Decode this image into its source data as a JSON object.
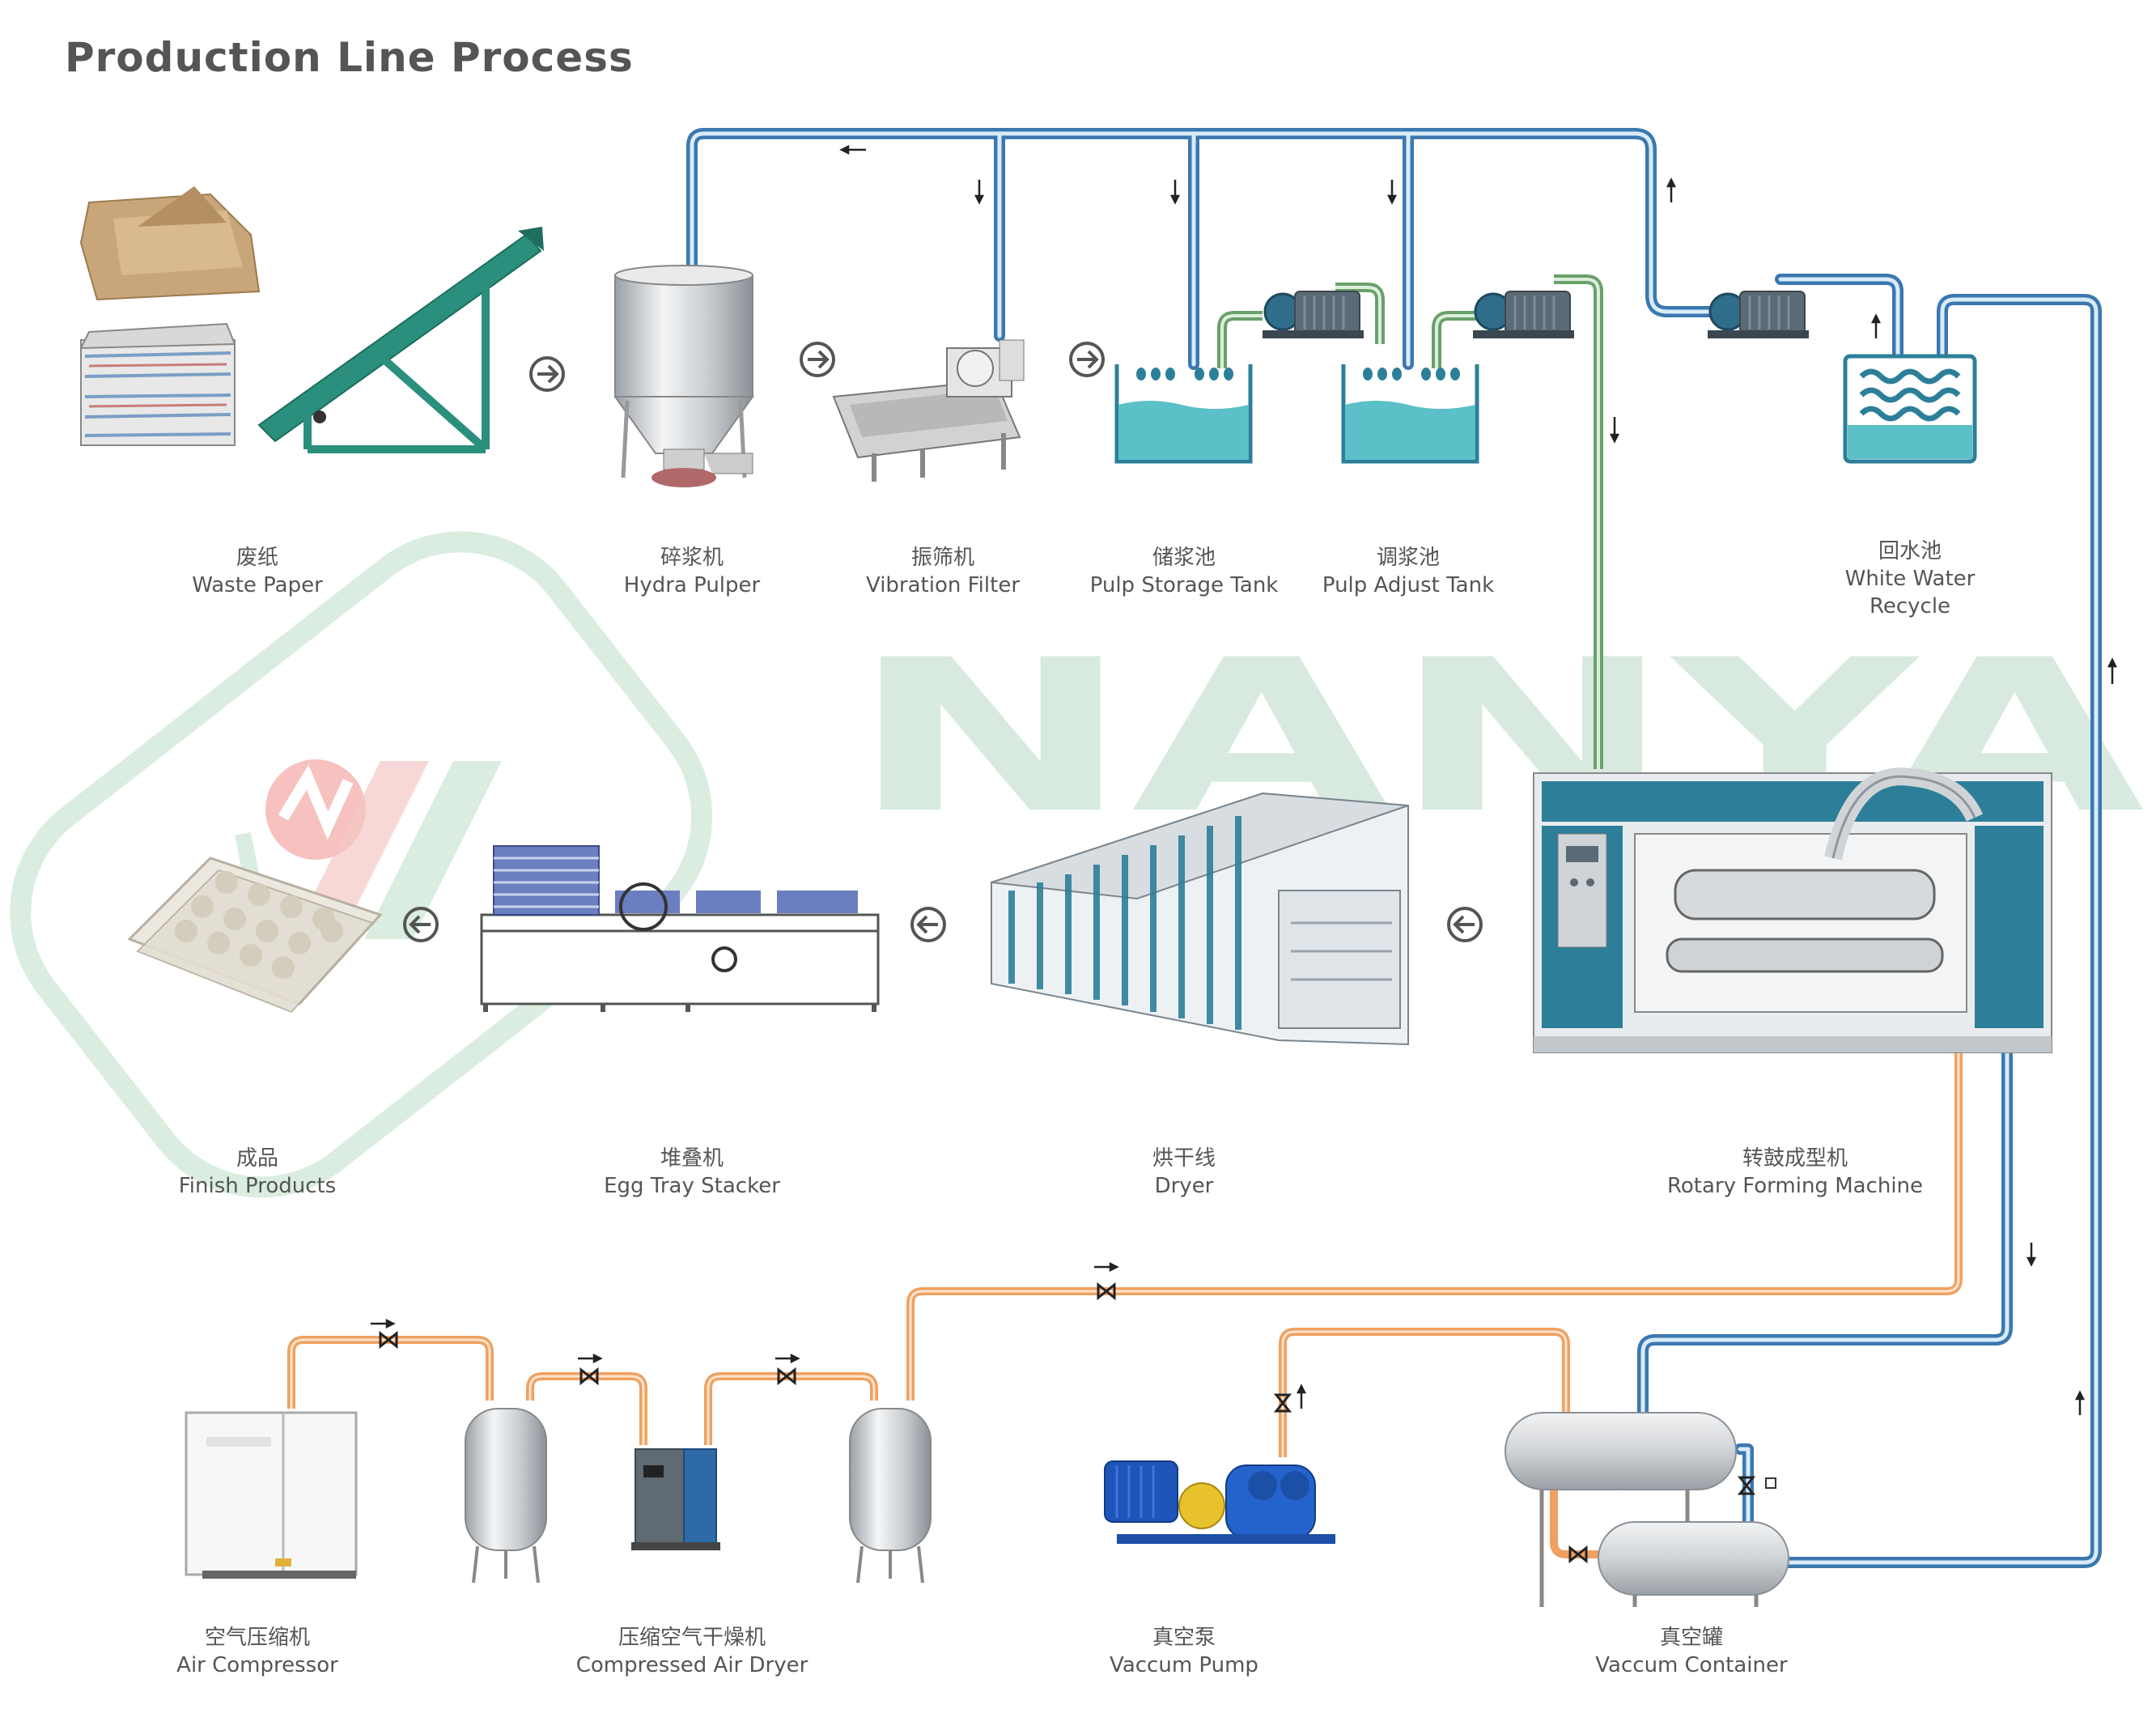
{
  "title": "Production Line Process",
  "watermark": {
    "text": "NANYA",
    "color": "#d4e8dc"
  },
  "colors": {
    "water_pipe": "#3b78b0",
    "pulp_pipe": "#7fb07f",
    "air_pipe": "#f0a060",
    "tank": "#5bc0c8",
    "machine": "#2d7f99"
  },
  "stages": {
    "waste_paper": {
      "cn": "废纸",
      "en": "Waste Paper"
    },
    "hydra_pulper": {
      "cn": "碎浆机",
      "en": "Hydra Pulper"
    },
    "vibration_filter": {
      "cn": "振筛机",
      "en": "Vibration Filter"
    },
    "pulp_storage": {
      "cn": "储浆池",
      "en": "Pulp Storage Tank"
    },
    "pulp_adjust": {
      "cn": "调浆池",
      "en": "Pulp Adjust Tank"
    },
    "white_water": {
      "cn": "回水池",
      "en": "White Water",
      "en2": "Recycle"
    },
    "finish_products": {
      "cn": "成品",
      "en": "Finish Products"
    },
    "stacker": {
      "cn": "堆叠机",
      "en": "Egg Tray Stacker"
    },
    "dryer": {
      "cn": "烘干线",
      "en": "Dryer"
    },
    "forming": {
      "cn": "转鼓成型机",
      "en": "Rotary Forming Machine"
    },
    "air_compressor": {
      "cn": "空气压缩机",
      "en": "Air Compressor"
    },
    "air_dryer": {
      "cn": "压缩空气干燥机",
      "en": "Compressed Air Dryer"
    },
    "vacuum_pump": {
      "cn": "真空泵",
      "en": "Vaccum Pump"
    },
    "vacuum_container": {
      "cn": "真空罐",
      "en": "Vaccum Container"
    }
  },
  "icons": [
    "arrow-right-circle-icon",
    "arrow-left-circle-icon",
    "water-drops-icon",
    "waves-icon",
    "valve-icon",
    "flow-arrow-icon"
  ]
}
